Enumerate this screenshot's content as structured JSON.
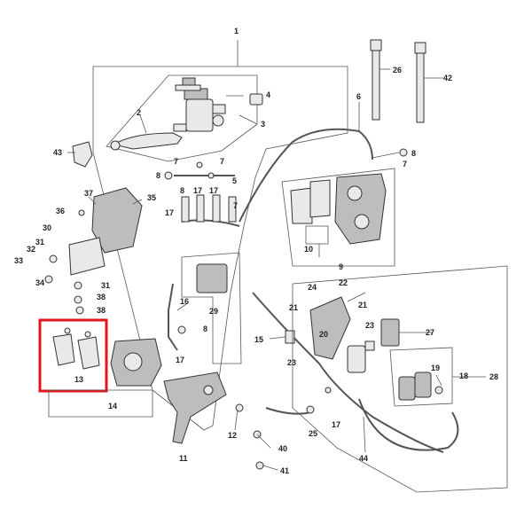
{
  "colors": {
    "highlight": "#e0161b",
    "line": "#555555",
    "text": "#222222"
  },
  "labels": {
    "n1": "1",
    "n2": "2",
    "n3": "3",
    "n4": "4",
    "n5": "5",
    "n6": "6",
    "n7a": "7",
    "n7b": "7",
    "n7c": "7",
    "n7d": "7",
    "n8a": "8",
    "n8b": "8",
    "n8c": "8",
    "n8d": "8",
    "n9": "9",
    "n10": "10",
    "n11": "11",
    "n12": "12",
    "n13": "13",
    "n14": "14",
    "n15": "15",
    "n16": "16",
    "n17a": "17",
    "n17b": "17",
    "n17c": "17",
    "n17d": "17",
    "n18": "18",
    "n19": "19",
    "n20": "20",
    "n21a": "21",
    "n21b": "21",
    "n22": "22",
    "n23a": "23",
    "n23b": "23",
    "n24": "24",
    "n25": "25",
    "n26": "26",
    "n27": "27",
    "n28": "28",
    "n29": "29",
    "n30": "30",
    "n31a": "31",
    "n31b": "31",
    "n32": "32",
    "n33": "33",
    "n34": "34",
    "n35": "35",
    "n36": "36",
    "n37": "37",
    "n38a": "38",
    "n38b": "38",
    "n40": "40",
    "n41": "41",
    "n42": "42",
    "n43": "43",
    "n44": "44"
  }
}
